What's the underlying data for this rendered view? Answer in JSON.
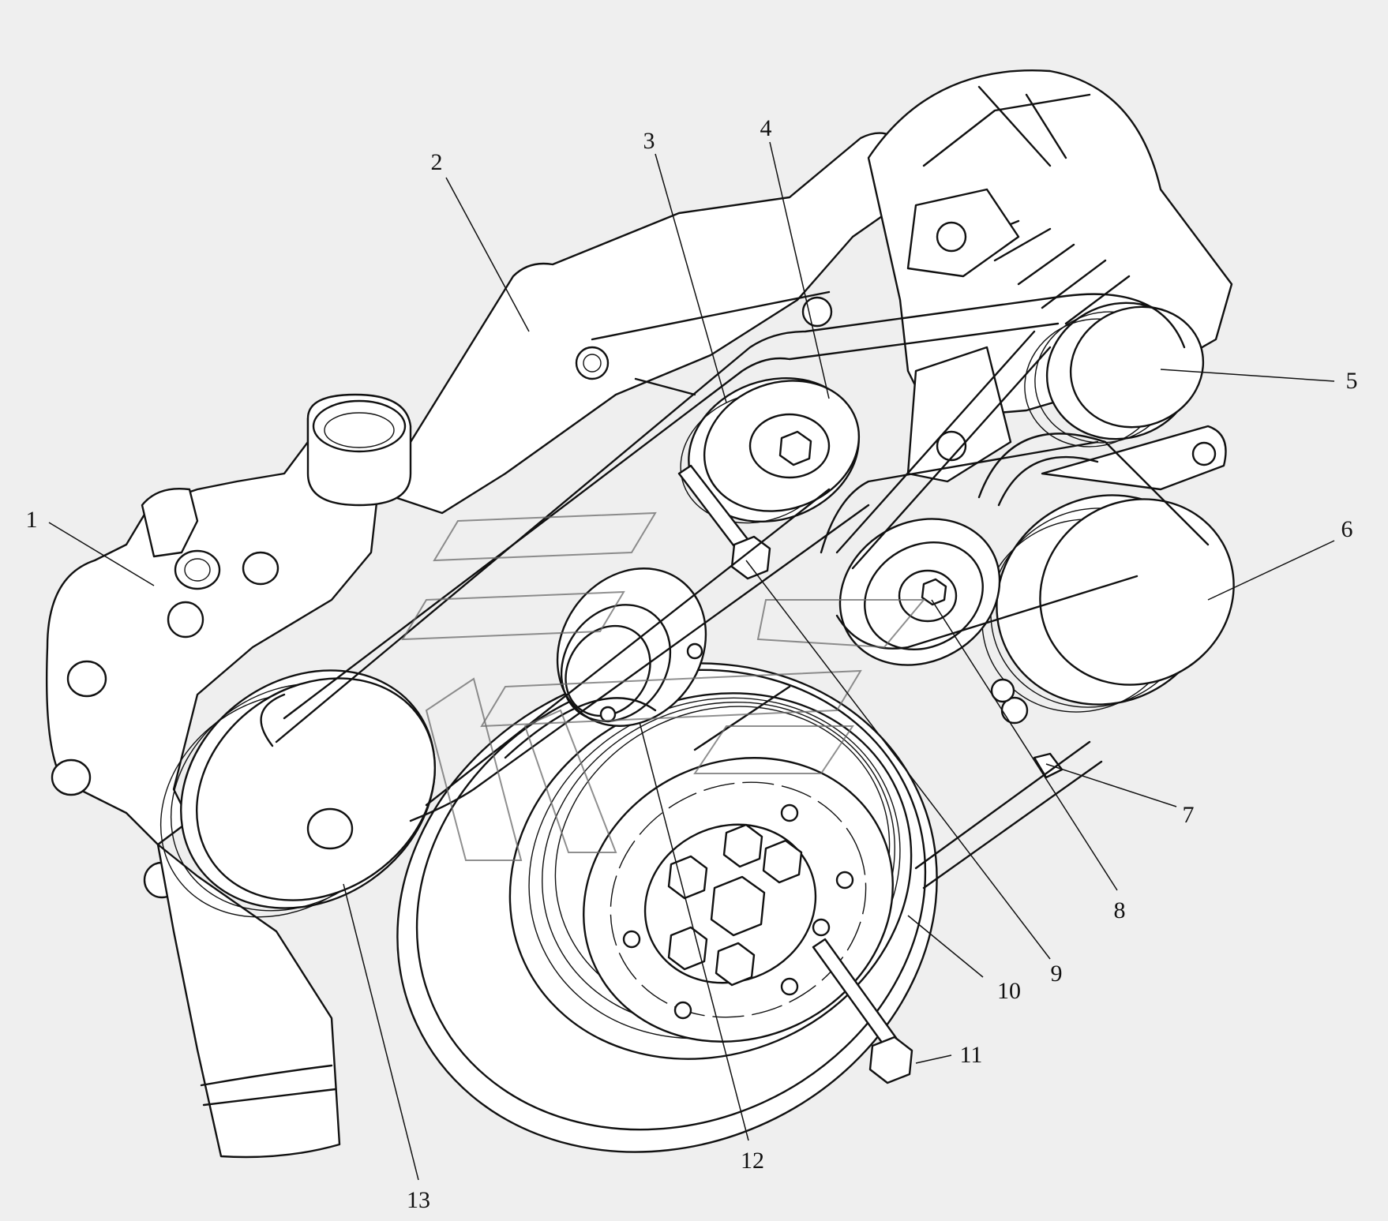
{
  "figure": {
    "style": "black line art on light gray background",
    "background": "#efefef",
    "line_color": "#111111"
  },
  "callouts": [
    {
      "id": "1",
      "label": "1"
    },
    {
      "id": "2",
      "label": "2"
    },
    {
      "id": "3",
      "label": "3"
    },
    {
      "id": "4",
      "label": "4"
    },
    {
      "id": "5",
      "label": "5"
    },
    {
      "id": "6",
      "label": "6"
    },
    {
      "id": "7",
      "label": "7"
    },
    {
      "id": "8",
      "label": "8"
    },
    {
      "id": "9",
      "label": "9"
    },
    {
      "id": "10",
      "label": "10"
    },
    {
      "id": "11",
      "label": "11"
    },
    {
      "id": "12",
      "label": "12"
    },
    {
      "id": "13",
      "label": "13"
    }
  ],
  "watermark": {
    "icon": "logo-watermark-icon"
  }
}
